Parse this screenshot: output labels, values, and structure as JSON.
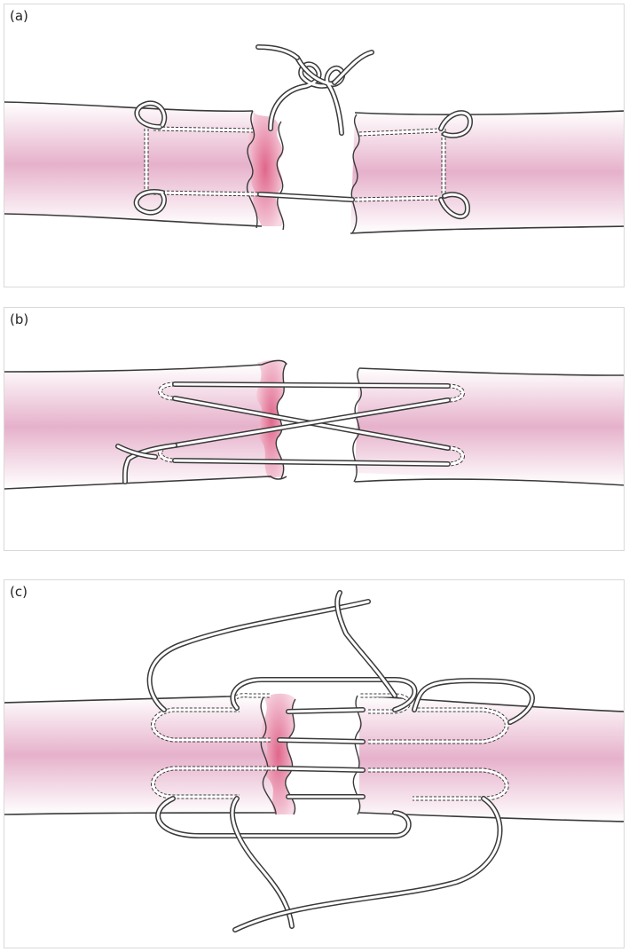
{
  "panels": [
    {
      "label": "(a)"
    },
    {
      "label": "(b)"
    },
    {
      "label": "(c)"
    }
  ],
  "colors": {
    "tendon_core": "#e7b2cc",
    "tendon_fade": "#ffffff",
    "wound_edge": "#e06a8c",
    "line": "#3a3a3a",
    "panel_border": "#d9d9d9"
  }
}
